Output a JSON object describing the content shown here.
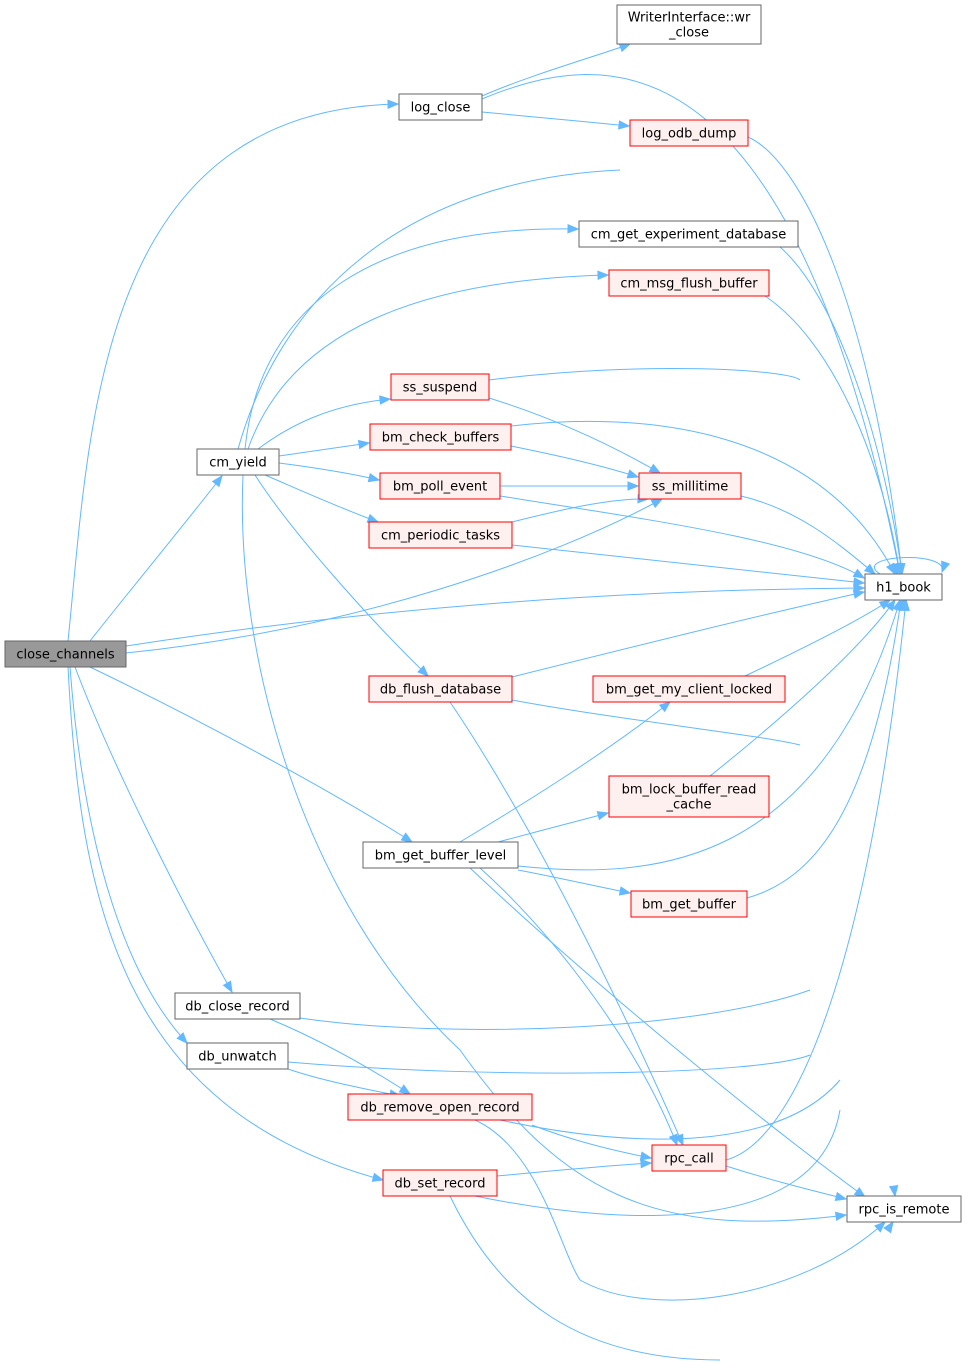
{
  "graph": {
    "nodes": [
      {
        "id": "close_channels",
        "lines": [
          "close_channels"
        ],
        "style": "root"
      },
      {
        "id": "log_close",
        "lines": [
          "log_close"
        ],
        "style": "plain"
      },
      {
        "id": "writer_wr_close",
        "lines": [
          "WriterInterface::wr",
          "_close"
        ],
        "style": "plain"
      },
      {
        "id": "log_odb_dump",
        "lines": [
          "log_odb_dump"
        ],
        "style": "red"
      },
      {
        "id": "cm_get_experiment_database",
        "lines": [
          "cm_get_experiment_database"
        ],
        "style": "plain"
      },
      {
        "id": "cm_msg_flush_buffer",
        "lines": [
          "cm_msg_flush_buffer"
        ],
        "style": "red"
      },
      {
        "id": "ss_suspend",
        "lines": [
          "ss_suspend"
        ],
        "style": "red"
      },
      {
        "id": "bm_check_buffers",
        "lines": [
          "bm_check_buffers"
        ],
        "style": "red"
      },
      {
        "id": "cm_yield",
        "lines": [
          "cm_yield"
        ],
        "style": "plain"
      },
      {
        "id": "bm_poll_event",
        "lines": [
          "bm_poll_event"
        ],
        "style": "red"
      },
      {
        "id": "ss_millitime",
        "lines": [
          "ss_millitime"
        ],
        "style": "red"
      },
      {
        "id": "cm_periodic_tasks",
        "lines": [
          "cm_periodic_tasks"
        ],
        "style": "red"
      },
      {
        "id": "h1_book",
        "lines": [
          "h1_book"
        ],
        "style": "plain"
      },
      {
        "id": "db_flush_database",
        "lines": [
          "db_flush_database"
        ],
        "style": "red"
      },
      {
        "id": "bm_get_my_client_locked",
        "lines": [
          "bm_get_my_client_locked"
        ],
        "style": "red"
      },
      {
        "id": "bm_lock_buffer_read_cache",
        "lines": [
          "bm_lock_buffer_read",
          "_cache"
        ],
        "style": "red"
      },
      {
        "id": "bm_get_buffer_level",
        "lines": [
          "bm_get_buffer_level"
        ],
        "style": "plain"
      },
      {
        "id": "bm_get_buffer",
        "lines": [
          "bm_get_buffer"
        ],
        "style": "red"
      },
      {
        "id": "db_close_record",
        "lines": [
          "db_close_record"
        ],
        "style": "plain"
      },
      {
        "id": "db_unwatch",
        "lines": [
          "db_unwatch"
        ],
        "style": "plain"
      },
      {
        "id": "db_remove_open_record",
        "lines": [
          "db_remove_open_record"
        ],
        "style": "red"
      },
      {
        "id": "rpc_call",
        "lines": [
          "rpc_call"
        ],
        "style": "red"
      },
      {
        "id": "db_set_record",
        "lines": [
          "db_set_record"
        ],
        "style": "red"
      },
      {
        "id": "rpc_is_remote",
        "lines": [
          "rpc_is_remote"
        ],
        "style": "plain"
      }
    ],
    "edges": [
      {
        "from": "close_channels",
        "to": "log_close"
      },
      {
        "from": "close_channels",
        "to": "h1_book"
      },
      {
        "from": "close_channels",
        "to": "cm_yield"
      },
      {
        "from": "close_channels",
        "to": "ss_millitime"
      },
      {
        "from": "close_channels",
        "to": "bm_get_buffer_level"
      },
      {
        "from": "close_channels",
        "to": "db_close_record"
      },
      {
        "from": "close_channels",
        "to": "db_unwatch"
      },
      {
        "from": "close_channels",
        "to": "db_set_record"
      },
      {
        "from": "log_close",
        "to": "writer_wr_close"
      },
      {
        "from": "log_close",
        "to": "h1_book"
      },
      {
        "from": "log_close",
        "to": "log_odb_dump"
      },
      {
        "from": "log_odb_dump",
        "to": "h1_book"
      },
      {
        "from": "cm_yield",
        "to": "cm_get_experiment_database"
      },
      {
        "from": "cm_yield",
        "to": "cm_msg_flush_buffer"
      },
      {
        "from": "cm_yield",
        "to": "h1_book"
      },
      {
        "from": "cm_yield",
        "to": "ss_suspend"
      },
      {
        "from": "cm_yield",
        "to": "bm_check_buffers"
      },
      {
        "from": "cm_yield",
        "to": "bm_poll_event"
      },
      {
        "from": "cm_yield",
        "to": "cm_periodic_tasks"
      },
      {
        "from": "cm_yield",
        "to": "db_flush_database"
      },
      {
        "from": "cm_yield",
        "to": "rpc_is_remote"
      },
      {
        "from": "cm_get_experiment_database",
        "to": "h1_book"
      },
      {
        "from": "cm_msg_flush_buffer",
        "to": "h1_book"
      },
      {
        "from": "ss_suspend",
        "to": "h1_book"
      },
      {
        "from": "ss_suspend",
        "to": "ss_millitime"
      },
      {
        "from": "bm_check_buffers",
        "to": "h1_book"
      },
      {
        "from": "bm_check_buffers",
        "to": "ss_millitime"
      },
      {
        "from": "bm_poll_event",
        "to": "ss_millitime"
      },
      {
        "from": "bm_poll_event",
        "to": "h1_book"
      },
      {
        "from": "cm_periodic_tasks",
        "to": "ss_millitime"
      },
      {
        "from": "cm_periodic_tasks",
        "to": "h1_book"
      },
      {
        "from": "ss_millitime",
        "to": "h1_book"
      },
      {
        "from": "h1_book",
        "to": "h1_book"
      },
      {
        "from": "db_flush_database",
        "to": "h1_book"
      },
      {
        "from": "db_flush_database",
        "to": "rpc_is_remote"
      },
      {
        "from": "db_flush_database",
        "to": "rpc_call"
      },
      {
        "from": "bm_get_my_client_locked",
        "to": "h1_book"
      },
      {
        "from": "bm_lock_buffer_read_cache",
        "to": "h1_book"
      },
      {
        "from": "bm_get_buffer_level",
        "to": "bm_get_my_client_locked"
      },
      {
        "from": "bm_get_buffer_level",
        "to": "bm_lock_buffer_read_cache"
      },
      {
        "from": "bm_get_buffer_level",
        "to": "h1_book"
      },
      {
        "from": "bm_get_buffer_level",
        "to": "bm_get_buffer"
      },
      {
        "from": "bm_get_buffer_level",
        "to": "rpc_call"
      },
      {
        "from": "bm_get_buffer_level",
        "to": "rpc_is_remote"
      },
      {
        "from": "bm_get_buffer",
        "to": "h1_book"
      },
      {
        "from": "db_close_record",
        "to": "h1_book"
      },
      {
        "from": "db_close_record",
        "to": "db_remove_open_record"
      },
      {
        "from": "db_unwatch",
        "to": "h1_book"
      },
      {
        "from": "db_unwatch",
        "to": "db_remove_open_record"
      },
      {
        "from": "db_remove_open_record",
        "to": "rpc_call"
      },
      {
        "from": "db_remove_open_record",
        "to": "h1_book"
      },
      {
        "from": "db_remove_open_record",
        "to": "rpc_is_remote"
      },
      {
        "from": "db_set_record",
        "to": "rpc_call"
      },
      {
        "from": "db_set_record",
        "to": "h1_book"
      },
      {
        "from": "db_set_record",
        "to": "rpc_is_remote"
      },
      {
        "from": "rpc_call",
        "to": "h1_book"
      },
      {
        "from": "rpc_call",
        "to": "rpc_is_remote"
      }
    ]
  },
  "colors": {
    "edge": "#63b8ff",
    "root_fill": "#999999",
    "root_stroke": "#666666",
    "plain_fill": "#ffffff",
    "plain_stroke": "#666666",
    "red_fill": "#fff0f0",
    "red_stroke": "#ff0000",
    "text": "#000000"
  }
}
